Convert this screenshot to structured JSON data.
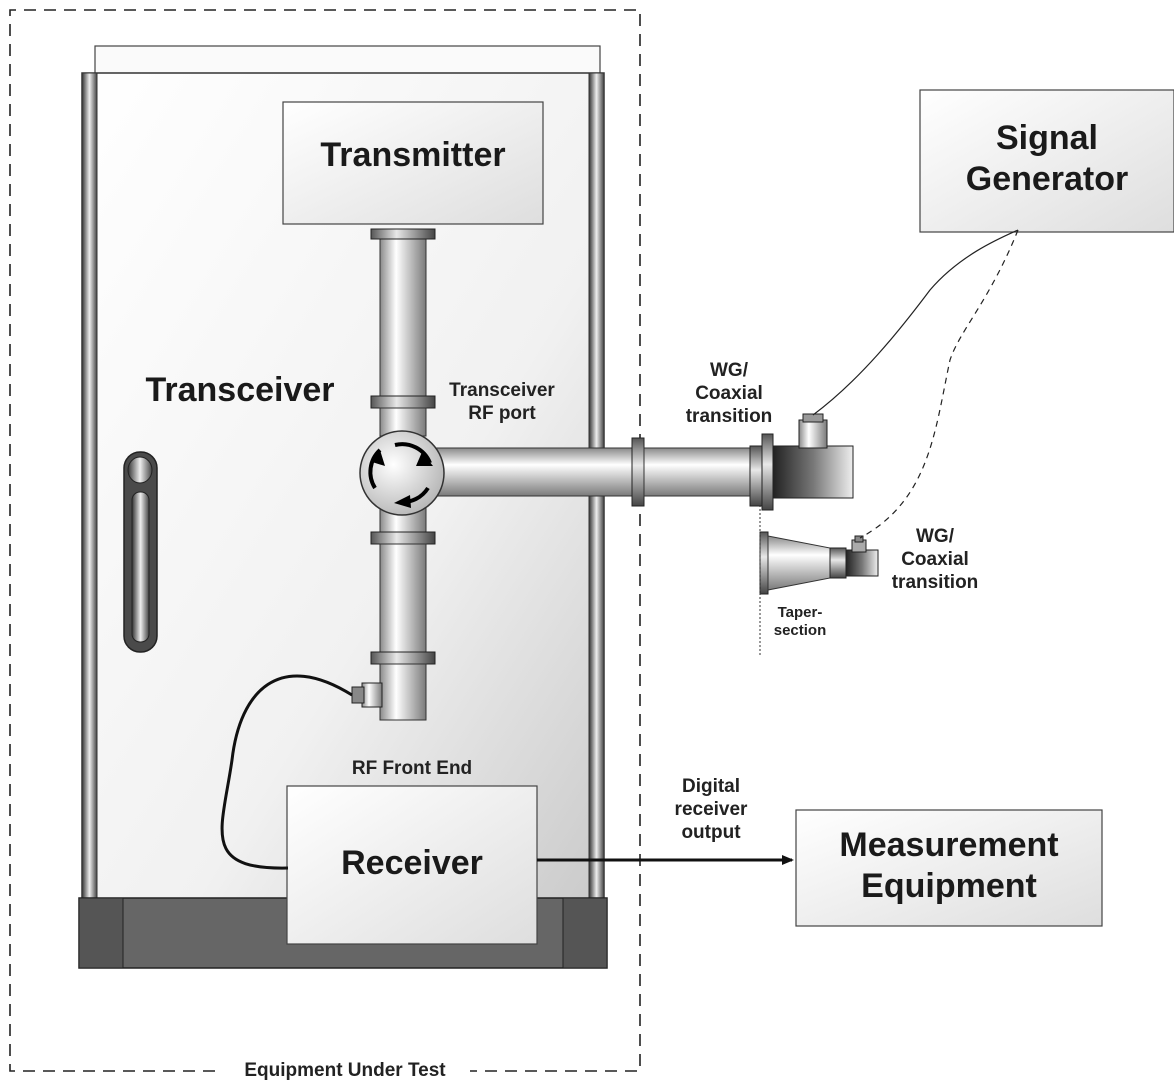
{
  "diagram": {
    "transmitter": "Transmitter",
    "transceiver": "Transceiver",
    "transceiver_rf_port": "Transceiver\nRF port",
    "wg_coax_top": "WG/\nCoaxial\ntransition",
    "wg_coax_bottom": "WG/\nCoaxial\ntransition",
    "taper_section": "Taper-\nsection",
    "signal_generator": "Signal\nGenerator",
    "rf_front_end": "RF Front End",
    "receiver": "Receiver",
    "digital_receiver_output": "Digital\nreceiver\noutput",
    "measurement_equipment": "Measurement\nEquipment",
    "equipment_under_test": "Equipment Under Test"
  }
}
